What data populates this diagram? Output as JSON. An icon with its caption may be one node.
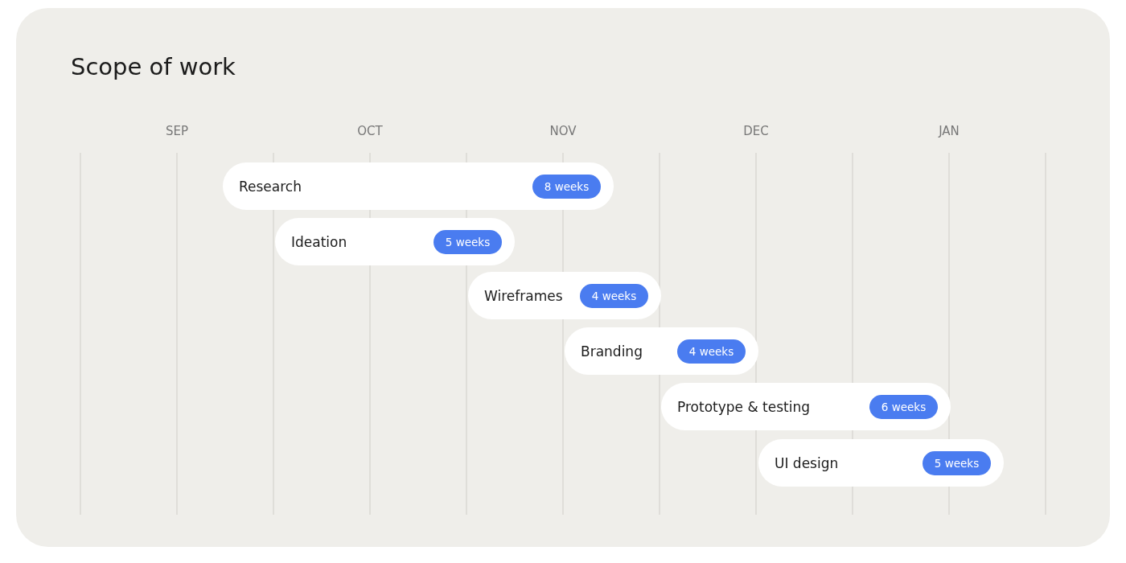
{
  "diagram": {
    "title": "Scope of work",
    "nodes": [
      {
        "text": [
          "Research"
        ]
      },
      {
        "text": [
          "8 weeks"
        ],
        "in": 0
      },
      {
        "text": [
          "Ideation"
        ]
      },
      {
        "text": [
          "5 weeks"
        ],
        "in": 2
      },
      {
        "text": [
          "Wireframes"
        ]
      },
      {
        "text": [
          "4 weeks"
        ],
        "in": 4
      },
      {
        "text": [
          "Branding"
        ]
      },
      {
        "text": [
          "4 weeks"
        ],
        "in": 6
      },
      {
        "text": [
          "Prototype & testing"
        ]
      },
      {
        "text": [
          "6 weeks"
        ],
        "in": 8
      },
      {
        "text": [
          "UI design"
        ]
      },
      {
        "text": [
          "5 weeks"
        ],
        "in": 10
      }
    ],
    "edges": [],
    "labels": [
      "SEP",
      "OCT",
      "NOV",
      "DEC",
      "JAN"
    ]
  }
}
